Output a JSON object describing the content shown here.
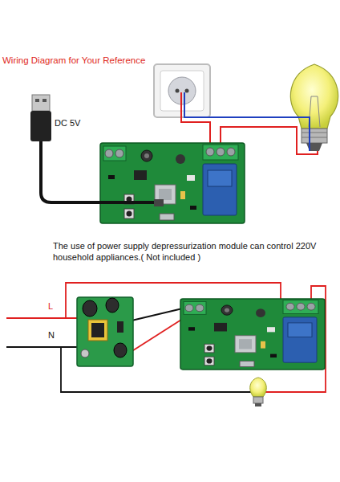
{
  "diagram": {
    "title": "Wiring Diagram for Your Reference",
    "labels": [
      "DC 5V",
      "The use of power supply depressurization module can control 220V household appliances.( Not included )",
      "L",
      "N"
    ]
  }
}
